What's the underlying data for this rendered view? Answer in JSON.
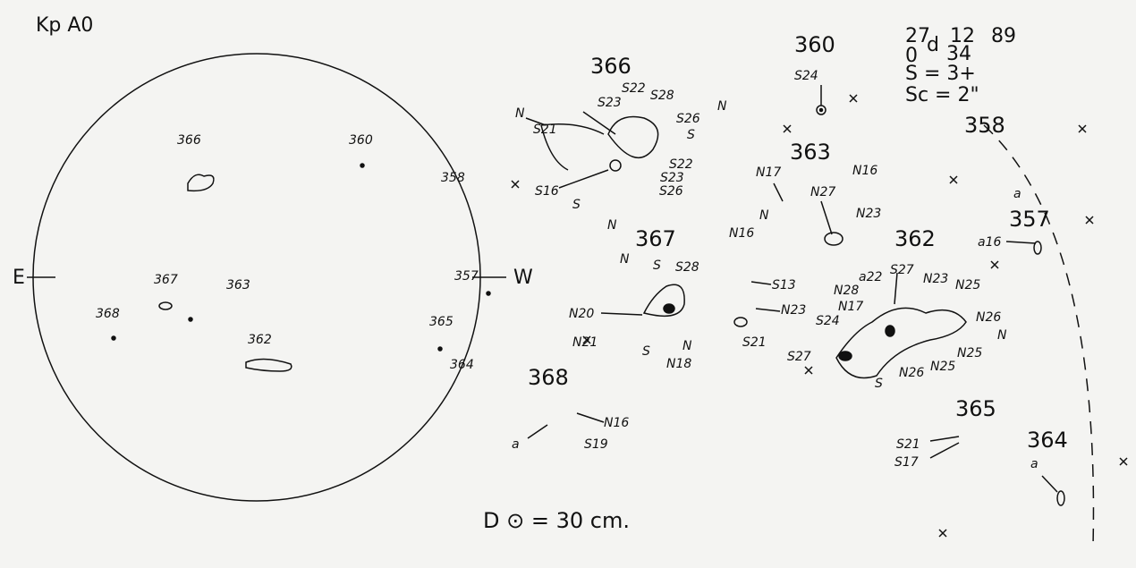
{
  "header": {
    "station": "Kp A0"
  },
  "observation": {
    "day": "27",
    "day_unit": "d",
    "month": "12",
    "year": "89",
    "hour": "0",
    "minute": "34",
    "seeing": "S = 3+",
    "scintillation": "Sc = 2\""
  },
  "disk": {
    "east": "E",
    "west": "W",
    "groups": [
      "366",
      "360",
      "358",
      "357",
      "367",
      "363",
      "368",
      "365",
      "362",
      "364"
    ]
  },
  "detail": {
    "g366": {
      "number": "366",
      "labels": [
        "S21",
        "S23",
        "S22",
        "S28",
        "S26",
        "S",
        "S22",
        "S23",
        "S26",
        "N",
        "S16",
        "S",
        "N",
        "N"
      ]
    },
    "g360": {
      "number": "360",
      "labels": [
        "S24"
      ]
    },
    "g363": {
      "number": "363",
      "labels": [
        "N17",
        "N16",
        "N27",
        "N23",
        "N",
        "N16",
        "S13"
      ]
    },
    "g367": {
      "number": "367",
      "labels": [
        "N",
        "S",
        "S28",
        "N20",
        "N21",
        "S",
        "N",
        "N18",
        "N23",
        "S21"
      ]
    },
    "g362": {
      "number": "362",
      "labels": [
        "a22",
        "S27",
        "N23",
        "N25",
        "N28",
        "N17",
        "S24",
        "N26",
        "N",
        "S27",
        "N25",
        "N25",
        "N26",
        "S"
      ]
    },
    "g358": {
      "number": "358",
      "labels": [
        "a"
      ]
    },
    "g357": {
      "number": "357",
      "labels": [
        "a16"
      ]
    },
    "g368": {
      "number": "368",
      "labels": [
        "N16",
        "S19",
        "a"
      ]
    },
    "g365": {
      "number": "365",
      "labels": [
        "S21",
        "S17"
      ]
    },
    "g364": {
      "number": "364",
      "labels": [
        "a"
      ]
    }
  },
  "footer": {
    "diameter": "D ⊙ = 30 cm."
  }
}
